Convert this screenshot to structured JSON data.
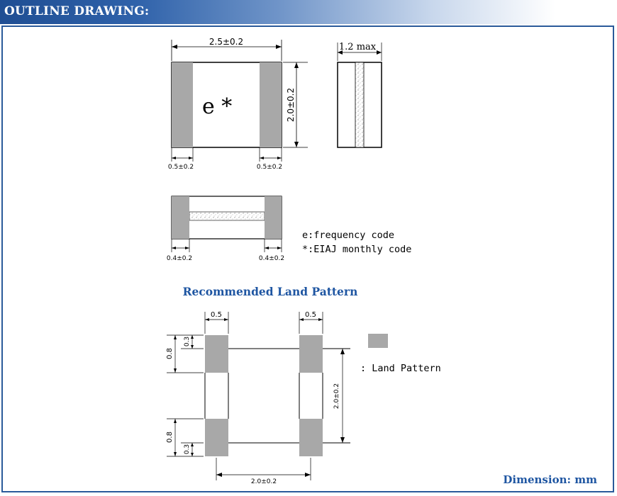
{
  "header": {
    "title": "OUTLINE DRAWING:"
  },
  "top_view": {
    "marking": "e *",
    "width_dim": "2.5±0.2",
    "height_dim": "2.0±0.2",
    "left_electrode_dim": "0.5±0.2",
    "right_electrode_dim": "0.5±0.2"
  },
  "side_view": {
    "height_dim": "1.2 max"
  },
  "bottom_view": {
    "left_pad_dim": "0.4±0.2",
    "right_pad_dim": "0.4±0.2"
  },
  "legend": {
    "e_line": "e:frequency code",
    "star_line": "*:EIAJ monthly code"
  },
  "land_pattern": {
    "title": "Recommended Land Pattern",
    "pad_width_left": "0.5",
    "pad_width_right": "0.5",
    "pad_height_top": "0.8",
    "pad_offset_top": "0.3",
    "pad_height_bottom": "0.8",
    "pad_offset_bottom": "0.3",
    "pitch_vertical": "2.0±0.2",
    "pitch_horizontal": "2.0±0.2",
    "key_label": ": Land Pattern"
  },
  "footer": {
    "dimension_note": "Dimension: mm"
  },
  "colors": {
    "header_blue": "#1f4e93",
    "frame_blue": "#2a5a9a",
    "pad_gray": "#a8a8a8",
    "title_blue": "#1f56a2"
  }
}
